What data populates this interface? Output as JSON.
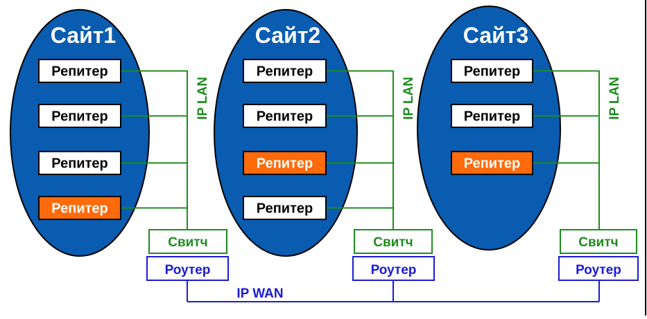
{
  "colors": {
    "site_fill": "#0a5cb0",
    "site_stroke": "#000000",
    "lan_line": "#1e8c1e",
    "wan_line": "#1a1ad6",
    "repeater_normal_fill": "#ffffff",
    "repeater_active_fill": "#ff6a0a",
    "site_title": "#ffffff"
  },
  "sites": [
    {
      "title": "Сайт1",
      "lan_label": "IP LAN",
      "switch_label": "Свитч",
      "router_label": "Роутер",
      "repeaters": [
        {
          "label": "Репитер",
          "active": false
        },
        {
          "label": "Репитер",
          "active": false
        },
        {
          "label": "Репитер",
          "active": false
        },
        {
          "label": "Репитер",
          "active": true
        }
      ]
    },
    {
      "title": "Сайт2",
      "lan_label": "IP LAN",
      "switch_label": "Свитч",
      "router_label": "Роутер",
      "repeaters": [
        {
          "label": "Репитер",
          "active": false
        },
        {
          "label": "Репитер",
          "active": false
        },
        {
          "label": "Репитер",
          "active": true
        },
        {
          "label": "Репитер",
          "active": false
        }
      ]
    },
    {
      "title": "Сайт3",
      "lan_label": "IP LAN",
      "switch_label": "Свитч",
      "router_label": "Роутер",
      "repeaters": [
        {
          "label": "Репитер",
          "active": false
        },
        {
          "label": "Репитер",
          "active": false
        },
        {
          "label": "Репитер",
          "active": true
        }
      ]
    }
  ],
  "wan_label": "IP WAN"
}
